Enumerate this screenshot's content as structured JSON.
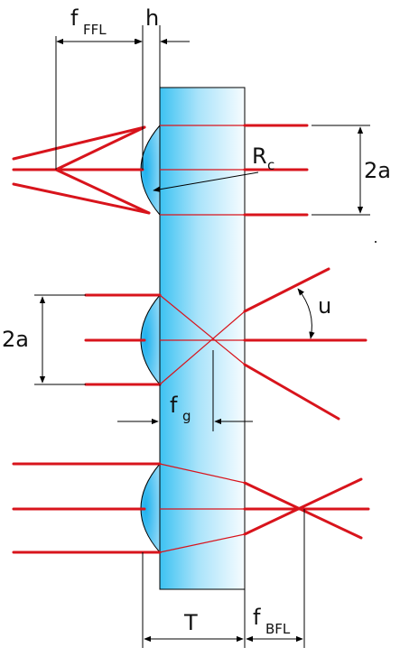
{
  "labels": {
    "f_ffl": {
      "main": "f",
      "sub": "FFL"
    },
    "h": "h",
    "rc": {
      "main": "R",
      "sub": "c"
    },
    "aperture_top": "2a",
    "aperture_mid": "2a",
    "u": "u",
    "f_g": {
      "main": "f",
      "sub": "g"
    },
    "thickness": "T",
    "f_bfl": {
      "main": "f",
      "sub": "BFL"
    }
  },
  "colors": {
    "ray": "#d8141c",
    "glass_light": "#f4fbff",
    "glass_dark": "#3fc4f2",
    "outline": "#000000"
  }
}
